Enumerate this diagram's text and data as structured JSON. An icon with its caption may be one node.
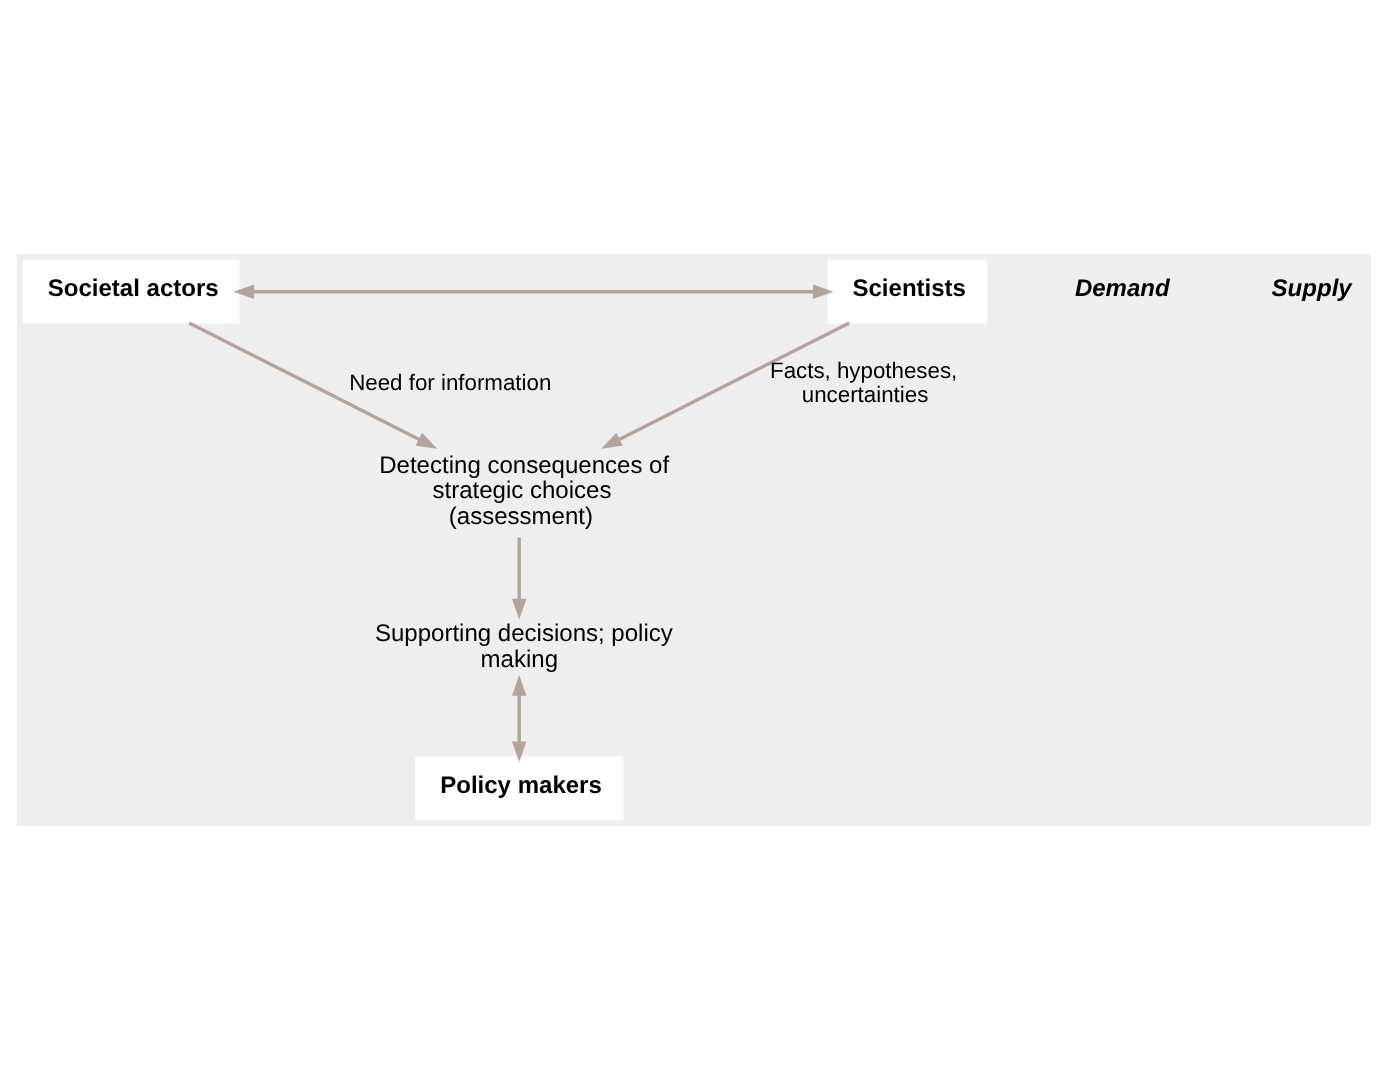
{
  "diagram": {
    "nodes": [
      {
        "text": [
          "Societal actors"
        ]
      },
      {
        "text": [
          "Scientists"
        ]
      },
      {
        "text": [
          "Detecting consequences of strategic choices (assessment)"
        ]
      },
      {
        "text": [
          "Supporting decisions; policy making"
        ]
      },
      {
        "text": [
          "Policy makers"
        ]
      }
    ],
    "edges": [
      {
        "from": 0,
        "to": 1,
        "arrow": "both"
      },
      {
        "from": 0,
        "to": 2,
        "arrow": "to",
        "label": "Need for information"
      },
      {
        "from": 1,
        "to": 2,
        "arrow": "to",
        "label": "Facts, hypotheses, uncertainties"
      },
      {
        "from": 2,
        "to": 3,
        "arrow": "to"
      },
      {
        "from": 3,
        "to": 4,
        "arrow": "both"
      }
    ],
    "labels": [
      "Demand",
      "Supply"
    ]
  }
}
